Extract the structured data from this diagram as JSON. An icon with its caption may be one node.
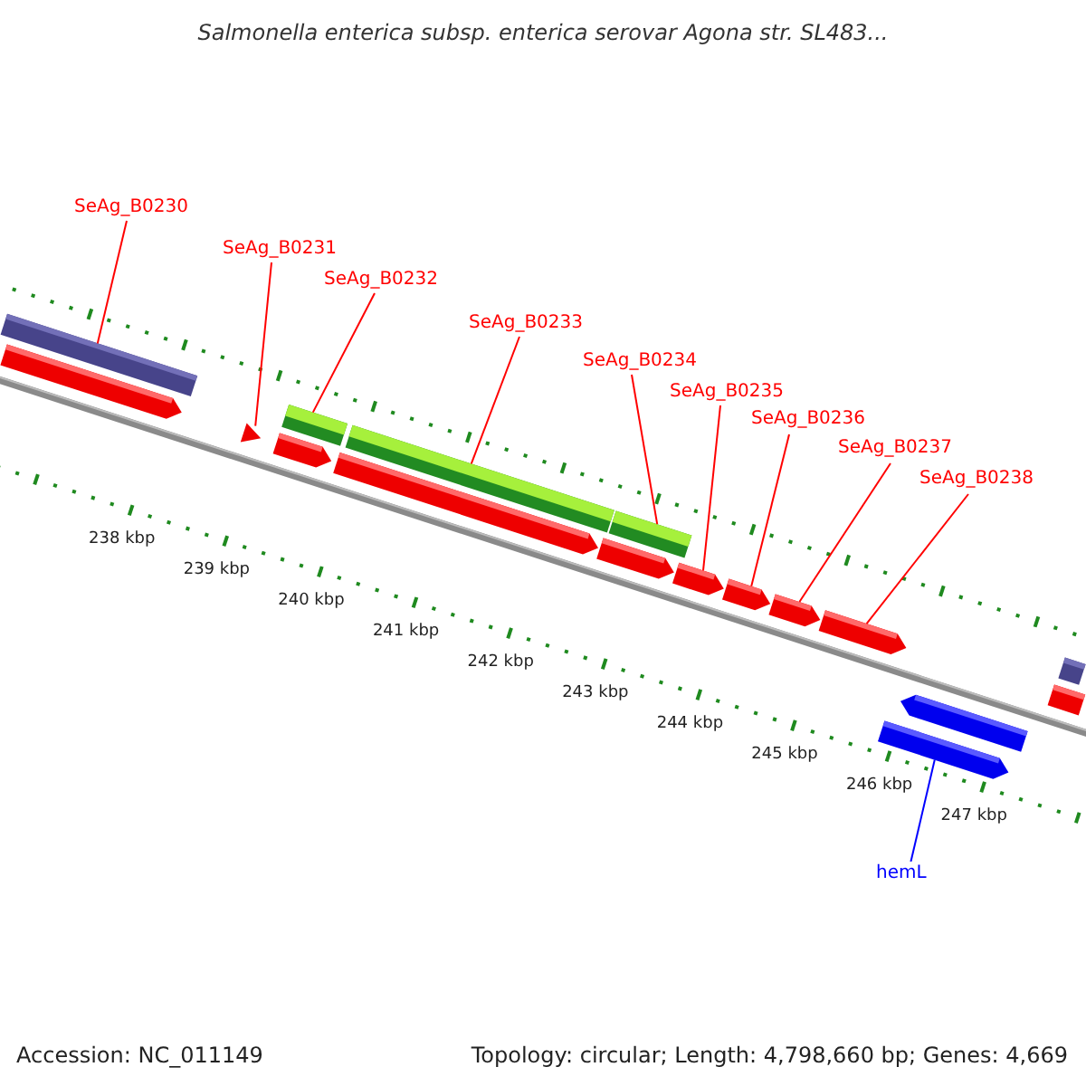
{
  "diagram": {
    "title": "Salmonella enterica subsp. enterica serovar Agona str. SL483...",
    "nodes": [
      {
        "text": [
          "SeAg_B0230"
        ]
      },
      {
        "text": [
          "SeAg_B0231"
        ]
      },
      {
        "text": [
          "SeAg_B0232"
        ]
      },
      {
        "text": [
          "SeAg_B0233"
        ]
      },
      {
        "text": [
          "SeAg_B0234"
        ]
      },
      {
        "text": [
          "SeAg_B0235"
        ]
      },
      {
        "text": [
          "SeAg_B0236"
        ]
      },
      {
        "text": [
          "SeAg_B0237"
        ]
      },
      {
        "text": [
          "SeAg_B0238"
        ]
      },
      {
        "text": [
          "hemL"
        ]
      },
      {
        "text": [],
        "shape": "bar"
      },
      {
        "text": [],
        "shape": "bar"
      },
      {
        "text": [],
        "shape": "bar"
      },
      {
        "text": [],
        "shape": "bar"
      },
      {
        "text": [],
        "shape": "bar"
      },
      {
        "text": [],
        "shape": "bar"
      },
      {
        "text": [],
        "shape": "bar"
      },
      {
        "text": [],
        "shape": "bar"
      },
      {
        "text": [],
        "shape": "bar"
      },
      {
        "text": [],
        "shape": "bar"
      },
      {
        "text": [],
        "shape": "bar"
      },
      {
        "text": [],
        "shape": "bar"
      },
      {
        "text": [],
        "shape": "bar"
      },
      {
        "text": [],
        "shape": "bar"
      },
      {
        "text": [],
        "shape": "bar"
      },
      {
        "text": [],
        "shape": "bar"
      },
      {
        "text": [],
        "shape": "bar"
      }
    ],
    "edges": [
      {
        "from": 0,
        "to": 10,
        "arrow": "none"
      },
      {
        "from": 1,
        "to": 12,
        "arrow": "none"
      },
      {
        "from": 2,
        "to": 13,
        "arrow": "none"
      },
      {
        "from": 3,
        "to": 15,
        "arrow": "none"
      },
      {
        "from": 4,
        "to": 17,
        "arrow": "none"
      },
      {
        "from": 5,
        "to": 19,
        "arrow": "none"
      },
      {
        "from": 6,
        "to": 20,
        "arrow": "none"
      },
      {
        "from": 7,
        "to": 21,
        "arrow": "none"
      },
      {
        "from": 8,
        "to": 22,
        "arrow": "none"
      },
      {
        "from": 9,
        "to": 23,
        "arrow": "none",
        "color": "#0000ff"
      }
    ],
    "labels": [
      "238 kbp",
      "239 kbp",
      "240 kbp",
      "241 kbp",
      "242 kbp",
      "243 kbp",
      "244 kbp",
      "245 kbp",
      "246 kbp",
      "247 kbp",
      "Accession: NC_011149",
      "Topology: circular; Length: 4,798,660 bp; Genes: 4,669"
    ]
  }
}
